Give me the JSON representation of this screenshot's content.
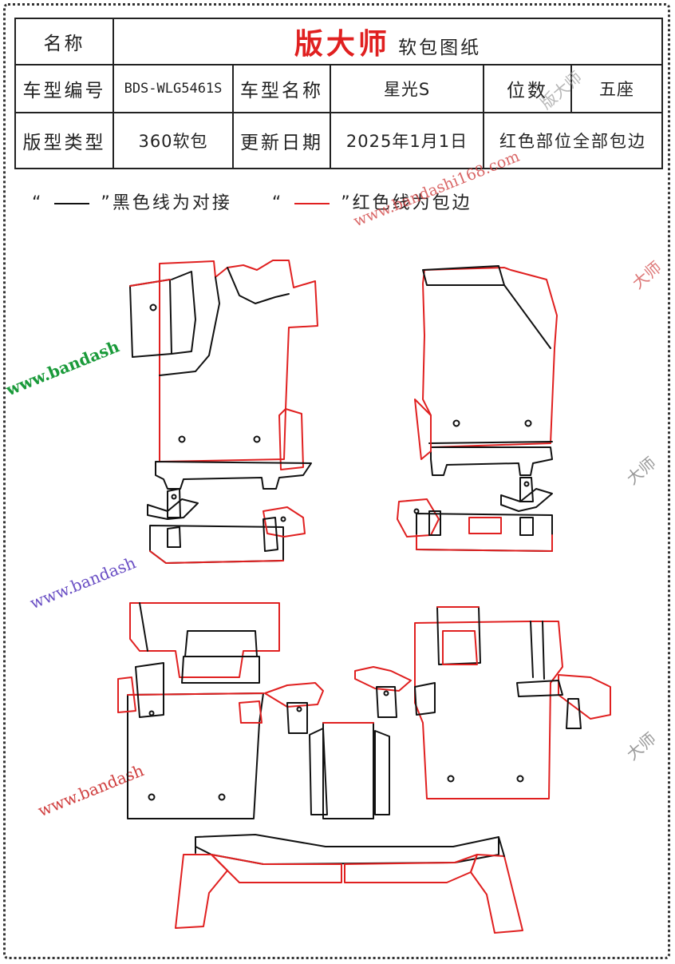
{
  "header": {
    "name_label": "名称",
    "brand": "版大师",
    "doc_type": "软包图纸",
    "model_code_label": "车型编号",
    "model_code": "BDS-WLG5461S",
    "model_name_label": "车型名称",
    "model_name": "星光S",
    "seats_label": "位数",
    "seats": "五座",
    "pattern_type_label": "版型类型",
    "pattern_type": "360软包",
    "update_label": "更新日期",
    "update_date": "2025年1月1日",
    "note": "红色部位全部包边"
  },
  "legend": {
    "open_quote": "“",
    "close_quote": "”",
    "black_text": "黑色线为对接",
    "red_text": "红色线为包边"
  },
  "watermarks": {
    "site": "www.bandashi168.com",
    "site_partial": "www.bandash",
    "brand": "版大师",
    "brand_partial": "大师"
  },
  "colors": {
    "brand_red": "#e02020",
    "line_black": "#111111",
    "wm_green": "#1a9a3a",
    "wm_blue": "#6a4fc4",
    "wm_red": "#d04040",
    "wm_gray": "#9a9a9a"
  }
}
